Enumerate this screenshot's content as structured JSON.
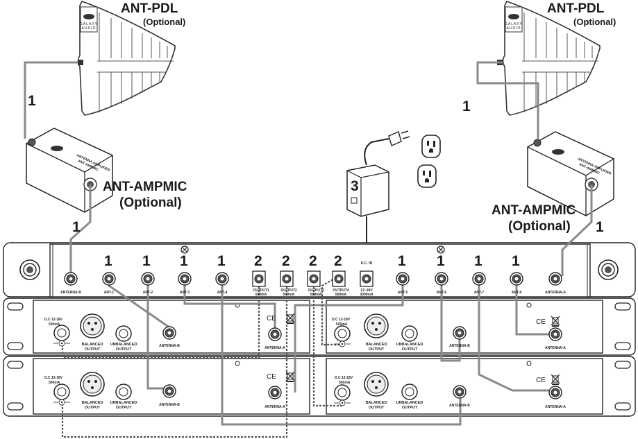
{
  "labels": {
    "ant_pdl": "ANT-PDL",
    "optional": "(Optional)",
    "ant_ampmic": "ANT-AMPMIC",
    "brand_line1": "GALAXY",
    "brand_line2": "AUDIO",
    "amp_label": "ANTENNA AMPLIFIER",
    "amp_model": "ANT-AMPMIC",
    "dc_in": "D.C. IN",
    "dc_spec": "12~18V",
    "dc_ma": "3000mA",
    "ce": "CE"
  },
  "cable_numbers": {
    "one": "1",
    "two": "2",
    "three": "3"
  },
  "distro_jacks": {
    "antenna_b": "ANTENNA-B",
    "antenna_a": "ANTENNA-A",
    "ant1": "ANT-1",
    "ant2": "ANT-2",
    "ant3": "ANT-3",
    "ant4": "ANT-4",
    "ant5": "ANT-5",
    "ant6": "ANT-6",
    "ant7": "ANT-7",
    "ant8": "ANT-8",
    "out1": "OUTPUT1",
    "out2": "OUTPUT2",
    "out3": "OUTPUT3",
    "out4": "OUTPUT4",
    "out_ma": "500mA"
  },
  "receiver": {
    "dc": "D.C 12-18V",
    "ma": "500mA",
    "bal1": "BALANCED",
    "bal2": "OUTPUT",
    "unbal1": "UNBALANCED",
    "unbal2": "OUTPUT",
    "antenna_b": "ANTENNA-B",
    "antenna_a": "ANTENNA-A"
  }
}
